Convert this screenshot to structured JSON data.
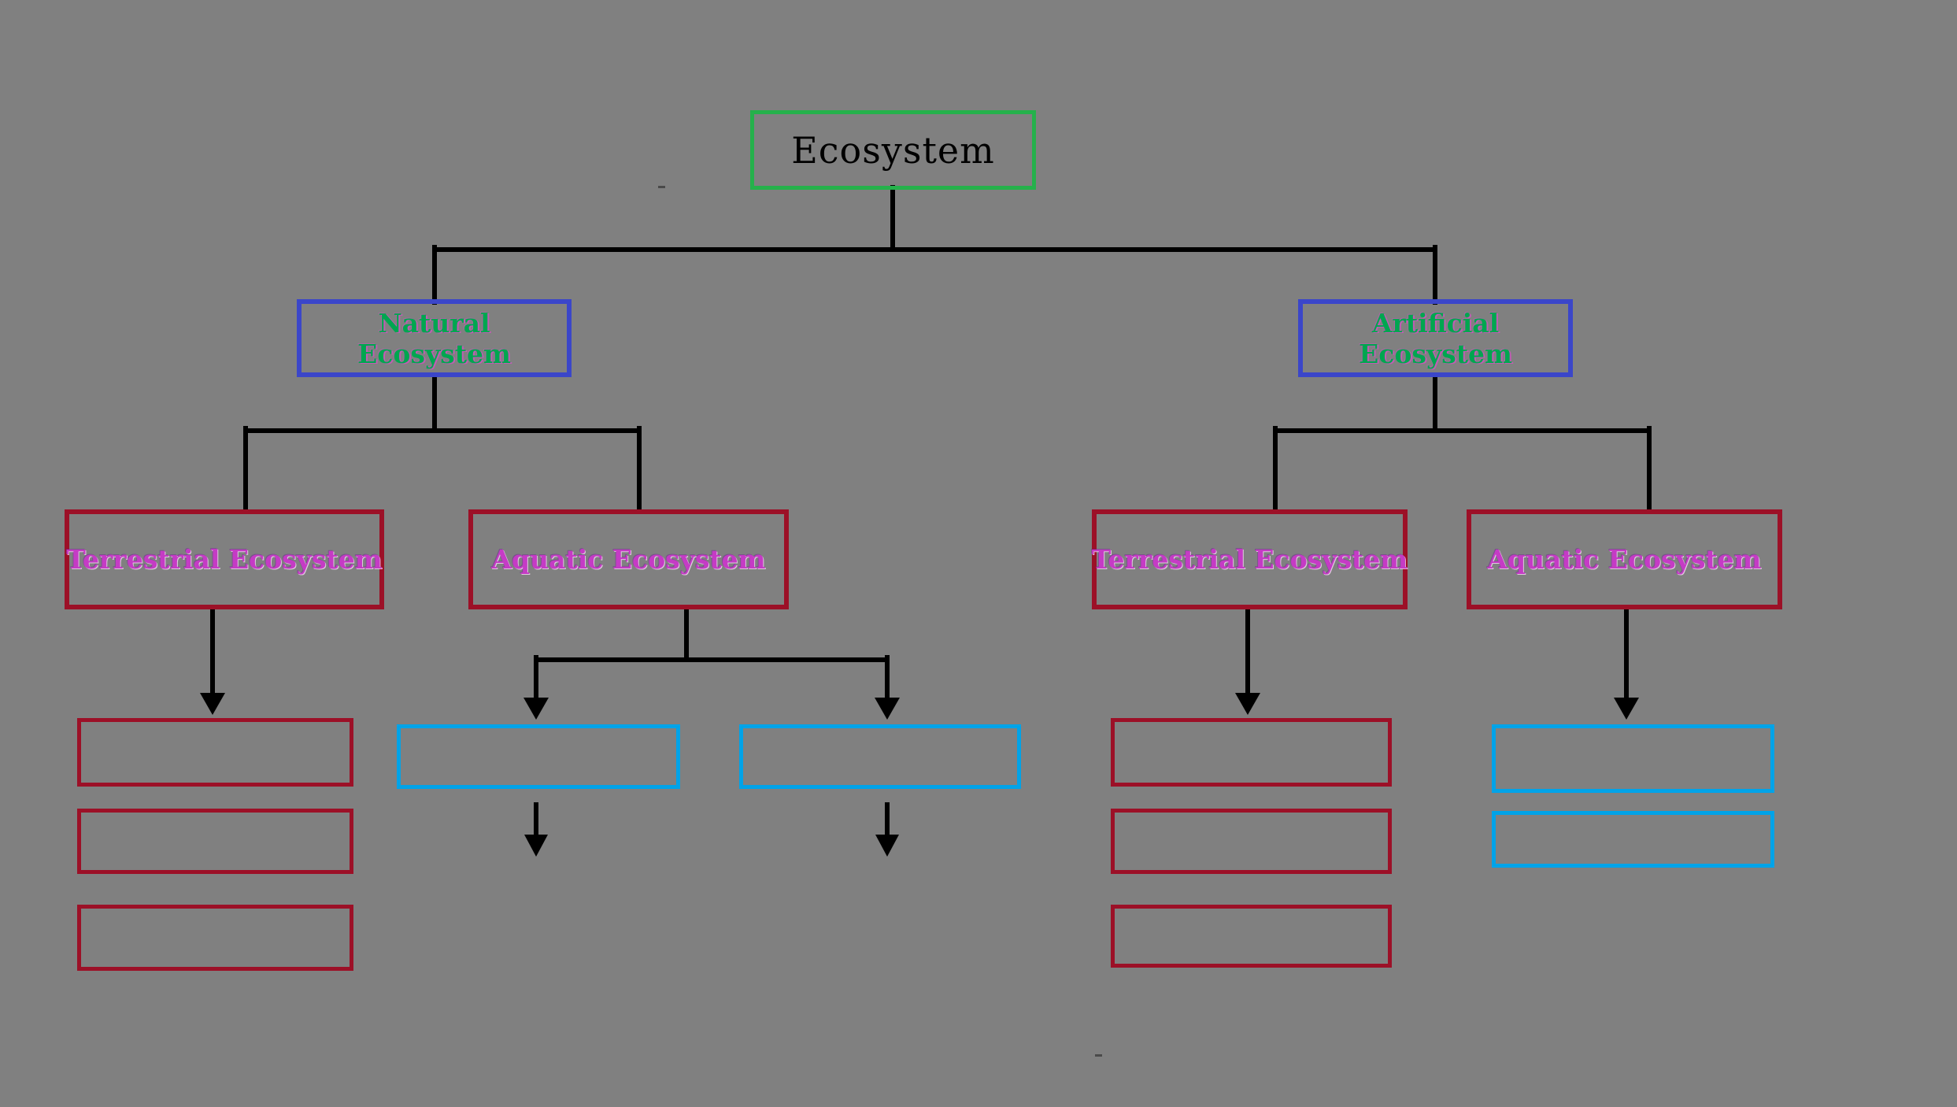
{
  "diagram": {
    "title": "Ecosystem classification flowchart",
    "nodes": {
      "root": {
        "label": "Ecosystem"
      },
      "natural": {
        "label": "Natural Ecosystem"
      },
      "artificial": {
        "label": "Artificial Ecosystem"
      },
      "natural_terrestrial": {
        "label": "Terrestrial Ecosystem"
      },
      "natural_aquatic": {
        "label": "Aquatic  Ecosystem"
      },
      "artificial_terrestrial": {
        "label": "Terrestrial Ecosystem"
      },
      "artificial_aquatic": {
        "label": "Aquatic Ecosystem"
      }
    },
    "placeholder_counts": {
      "natural_terrestrial": 3,
      "natural_aquatic": 2,
      "artificial_terrestrial": 3,
      "artificial_aquatic": 2
    },
    "colors": {
      "background": "#808080",
      "root_border": "#25b14b",
      "root_text": "#000000",
      "level1_border": "#3b46c9",
      "level1_text": "#00a650",
      "level2_border": "#9c1027",
      "level2_text": "#c53bc5",
      "cyan_border": "#00a3e8",
      "connector": "#000000"
    }
  }
}
